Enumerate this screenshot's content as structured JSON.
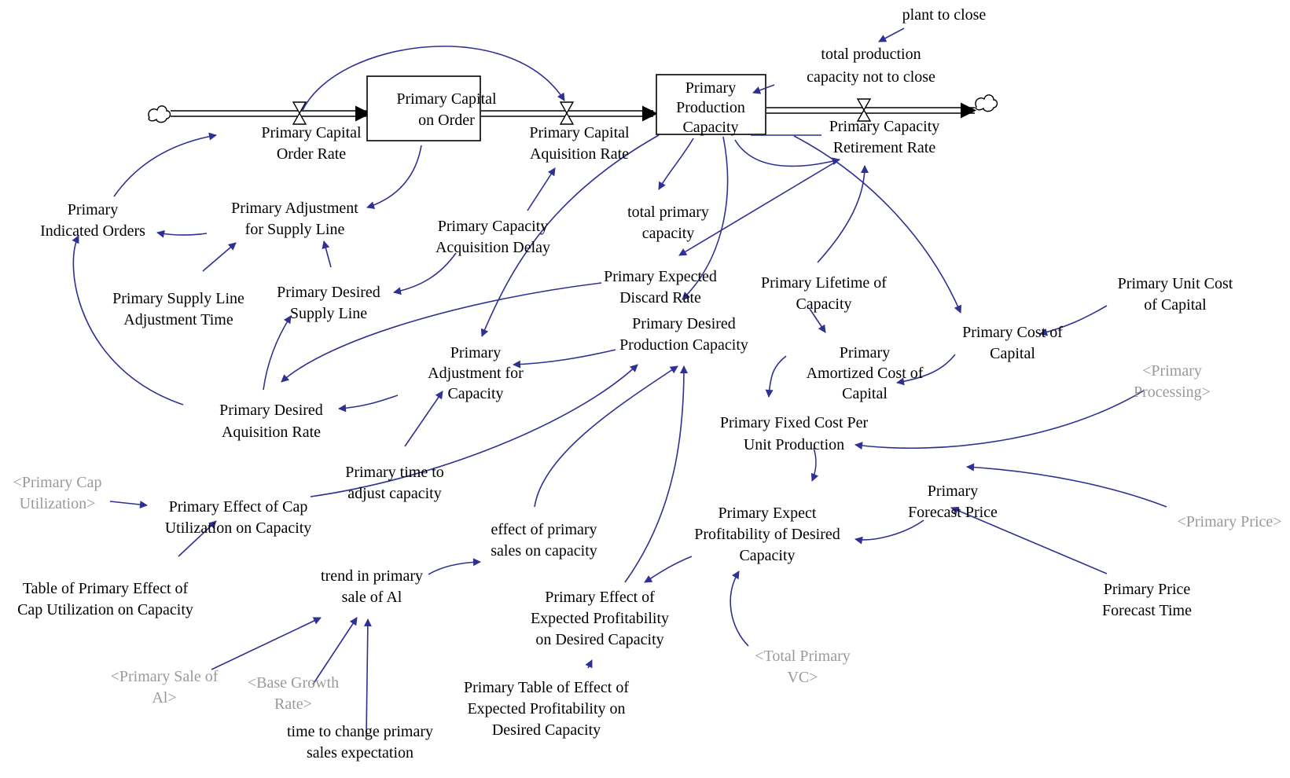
{
  "diagram": {
    "stocks": {
      "capital_on_order": [
        "Primary Capital",
        "on Order"
      ],
      "production_capacity": [
        "Primary",
        "Production",
        "Capacity"
      ]
    },
    "flows": {
      "order_rate": [
        "Primary Capital",
        "Order Rate"
      ],
      "acquisition_rate": [
        "Primary Capital",
        "Aquisition Rate"
      ],
      "retirement_rate": [
        "Primary Capacity",
        "Retirement Rate"
      ]
    },
    "variables": {
      "plant_to_close": [
        "plant to close"
      ],
      "total_not_to_close": [
        "total production",
        "capacity not to close"
      ],
      "indicated_orders": [
        "Primary",
        "Indicated Orders"
      ],
      "adjustment_supply_line": [
        "Primary Adjustment",
        "for Supply Line"
      ],
      "acquisition_delay": [
        "Primary Capacity",
        "Acquisition Delay"
      ],
      "total_primary_capacity": [
        "total primary",
        "capacity"
      ],
      "supply_line_adj_time": [
        "Primary Supply Line",
        "Adjustment Time"
      ],
      "desired_supply_line": [
        "Primary Desired",
        "Supply Line"
      ],
      "expected_discard_rate": [
        "Primary Expected",
        "Discard Rate"
      ],
      "lifetime_of_capacity": [
        "Primary Lifetime of",
        "Capacity"
      ],
      "unit_cost_of_capital": [
        "Primary Unit Cost",
        "of Capital"
      ],
      "desired_production_capacity": [
        "Primary Desired",
        "Production Capacity"
      ],
      "adjustment_for_capacity": [
        "Primary",
        "Adjustment for",
        "Capacity"
      ],
      "cost_of_capital": [
        "Primary Cost of",
        "Capital"
      ],
      "amortized_cost": [
        "Primary",
        "Amortized Cost of",
        "Capital"
      ],
      "desired_acquisition_rate": [
        "Primary Desired",
        "Aquisition Rate"
      ],
      "fixed_cost_per_unit": [
        "Primary Fixed Cost Per",
        "Unit Production"
      ],
      "time_to_adjust_capacity": [
        "Primary time to",
        "adjust capacity"
      ],
      "effect_cap_utilization": [
        "Primary Effect of Cap",
        "Utilization on Capacity"
      ],
      "forecast_price": [
        "Primary",
        "Forecast Price"
      ],
      "expect_profitability": [
        "Primary Expect",
        "Profitability of Desired",
        "Capacity"
      ],
      "effect_primary_sales": [
        "effect of primary",
        "sales on capacity"
      ],
      "trend_primary_sale": [
        "trend in primary",
        "sale of Al"
      ],
      "table_effect_cap_util": [
        "Table of Primary Effect of",
        "Cap Utilization on Capacity"
      ],
      "effect_expected_profitability": [
        "Primary Effect of",
        "Expected Profitability",
        "on Desired Capacity"
      ],
      "price_forecast_time": [
        "Primary Price",
        "Forecast Time"
      ],
      "table_effect_expected_profit": [
        "Primary Table of Effect of",
        "Expected Profitability on",
        "Desired Capacity"
      ],
      "time_change_sales_expectation": [
        "time to change primary",
        "sales expectation"
      ]
    },
    "shadow_variables": {
      "primary_cap_utilization": [
        "<Primary Cap",
        "Utilization>"
      ],
      "primary_processing": [
        "<Primary",
        "Processing>"
      ],
      "primary_price": [
        "<Primary Price>"
      ],
      "total_primary_vc": [
        "<Total Primary",
        "VC>"
      ],
      "primary_sale_of_al": [
        "<Primary Sale of",
        "Al>"
      ],
      "base_growth_rate": [
        "<Base Growth",
        "Rate>"
      ]
    },
    "colors": {
      "link": "#2e3192",
      "text": "#000000",
      "shadow_text": "#9a9a9a",
      "stock_border": "#000000"
    }
  }
}
